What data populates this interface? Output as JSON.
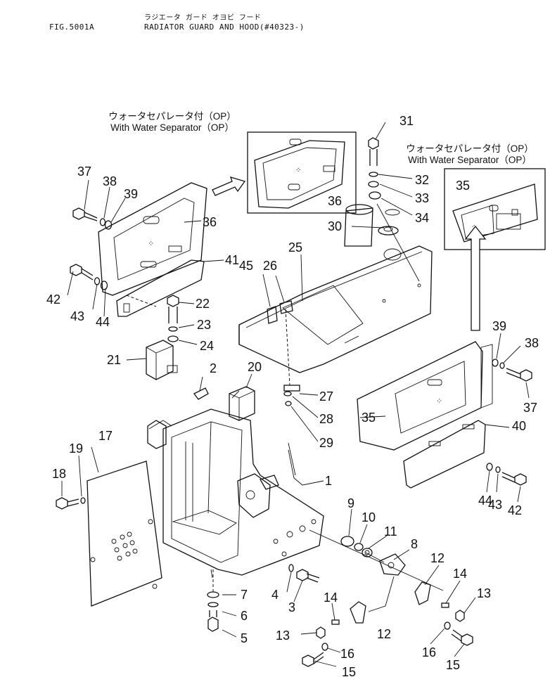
{
  "header": {
    "fig_no": "FIG.5001A",
    "title_jp": "ラジエータ ガード オヨビ フード",
    "title_en": "RADIATOR GUARD AND HOOD(#40323-)"
  },
  "insets": {
    "left_caption_jp": "ウォータセパレータ付（OP）",
    "left_caption_en": "With Water Separator（OP）",
    "right_caption_jp": "ウォータセパレータ付（OP）",
    "right_caption_en": "With Water Separator（OP）"
  },
  "callouts": {
    "c1": "1",
    "c2": "2",
    "c3": "3",
    "c4": "4",
    "c5": "5",
    "c6": "6",
    "c7": "7",
    "c8": "8",
    "c9": "9",
    "c10": "10",
    "c11": "11",
    "c12a": "12",
    "c12b": "12",
    "c13a": "13",
    "c13b": "13",
    "c14a": "14",
    "c14b": "14",
    "c15a": "15",
    "c15b": "15",
    "c16a": "16",
    "c16b": "16",
    "c17": "17",
    "c18": "18",
    "c19": "19",
    "c20": "20",
    "c21": "21",
    "c22": "22",
    "c23": "23",
    "c24": "24",
    "c25": "25",
    "c26": "26",
    "c27": "27",
    "c28": "28",
    "c29": "29",
    "c30": "30",
    "c31": "31",
    "c32": "32",
    "c33": "33",
    "c34": "34",
    "c35a": "35",
    "c35b": "35",
    "c36a": "36",
    "c36b": "36",
    "c37a": "37",
    "c37b": "37",
    "c38a": "38",
    "c38b": "38",
    "c39a": "39",
    "c39b": "39",
    "c40": "40",
    "c41": "41",
    "c42a": "42",
    "c42b": "42",
    "c43a": "43",
    "c43b": "43",
    "c44a": "44",
    "c44b": "44",
    "c45": "45"
  }
}
